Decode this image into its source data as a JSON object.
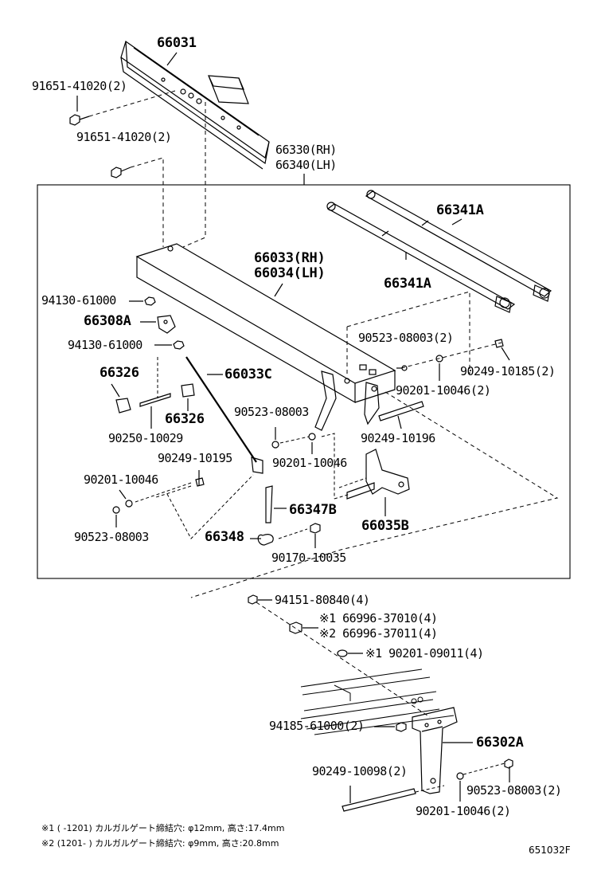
{
  "parts": {
    "p66031": "66031",
    "p91651_a": "91651-41020(2)",
    "p91651_b": "91651-41020(2)",
    "p66330": "66330(RH)",
    "p66340": "66340(LH)",
    "p66341A_top": "66341A",
    "p66341A_mid": "66341A",
    "p66033": "66033(RH)",
    "p66034": "66034(LH)",
    "p94130_a": "94130-61000",
    "p66308A": "66308A",
    "p94130_b": "94130-61000",
    "p66326_a": "66326",
    "p66326_b": "66326",
    "p66033C": "66033C",
    "p90250": "90250-10029",
    "p90523_a": "90523-08003(2)",
    "p90249_a": "90249-10185(2)",
    "p90201_a": "90201-10046(2)",
    "p90523_b": "90523-08003",
    "p90201_b": "90201-10046",
    "p90249_b": "90249-10196",
    "p90249_c": "90249-10195",
    "p90201_c": "90201-10046",
    "p90523_c": "90523-08003",
    "p66347B": "66347B",
    "p66035B": "66035B",
    "p66348": "66348",
    "p90170": "90170-10035",
    "p94151": "94151-80840(4)",
    "p66996_1": "※1 66996-37010(4)",
    "p66996_2": "※2 66996-37011(4)",
    "p90201_d": "※1 90201-09011(4)",
    "p94185": "94185-61000(2)",
    "p66302A": "66302A",
    "p90249_d": "90249-10098(2)",
    "p90523_d": "90523-08003(2)",
    "p90201_e": "90201-10046(2)"
  },
  "notes": {
    "note1": "※1 (      -1201) カルガルゲート締結穴: φ12mm, 高さ:17.4mm",
    "note2": "※2 (1201-      ) カルガルゲート締結穴: φ9mm, 高さ:20.8mm"
  },
  "diagram_code": "651032F"
}
